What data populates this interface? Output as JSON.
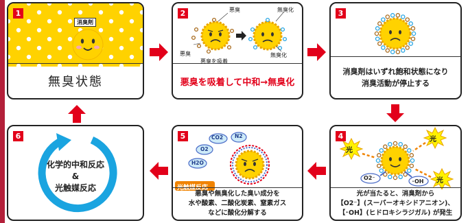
{
  "panels": [
    {
      "num": "1",
      "tag": "消臭剤",
      "caption": "無臭状態"
    },
    {
      "num": "2",
      "labels": {
        "top": "悪臭",
        "top_right": "無臭化",
        "left": "悪臭",
        "right": "無臭化",
        "bottom": "悪臭を吸着"
      },
      "caption": "悪臭を吸着して中和→無臭化"
    },
    {
      "num": "3",
      "caption_lines": [
        "消臭剤はいずれ飽和状態になり",
        "消臭活動が停止する"
      ]
    },
    {
      "num": "4",
      "light": [
        "光",
        "光",
        "光"
      ],
      "o2": "O2⁻",
      "oh": "･OH",
      "caption_lines": [
        "光が当たると、消臭剤から",
        "【O2⁻】(スーパーオキシドアニオン)、",
        "【･OH】(ヒドロキシラジガル) が発生"
      ]
    },
    {
      "num": "5",
      "bubbles": [
        "CO2",
        "N2",
        "O2",
        "H2O"
      ],
      "tag": "光触媒反応",
      "caption_lines": [
        "悪臭や無臭化した臭い成分を",
        "水や酸素、二酸化炭素、窒素ガス",
        "などに酸化分解する"
      ]
    },
    {
      "num": "6",
      "center_lines": [
        "化学的中和反応",
        "&",
        "光触媒反応"
      ]
    }
  ],
  "colors": {
    "accent": "#e2001a",
    "yellow": "#ffd200",
    "cycle": "#1aa4e0",
    "bar": "#b3203a"
  }
}
